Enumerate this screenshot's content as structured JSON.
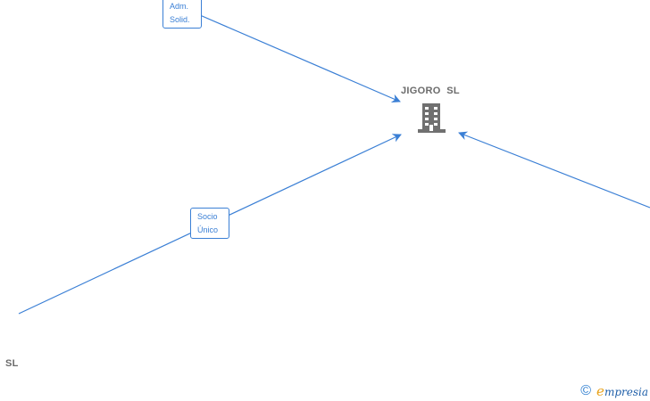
{
  "company_node": {
    "name": "JIGORO  SL",
    "icon": "building-icon"
  },
  "left_node": {
    "name": "SL"
  },
  "edges": [
    {
      "label_lines": [
        "Adm.",
        "Solid."
      ]
    },
    {
      "label_lines": [
        "Socio",
        "Único"
      ]
    }
  ],
  "footer": {
    "copyright_symbol": "©",
    "brand_first": "e",
    "brand_rest": "mpresia"
  },
  "colors": {
    "edge": "#3a7fd5",
    "node_text": "#6b6b6b",
    "icon": "#707070"
  }
}
